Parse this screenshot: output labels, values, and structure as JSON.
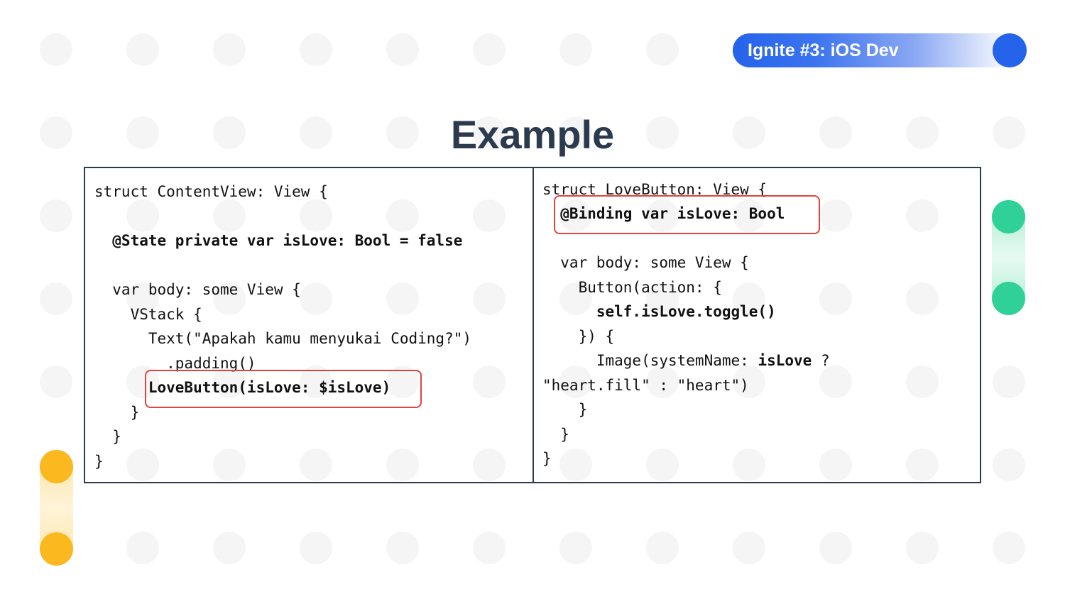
{
  "badge": {
    "label": "Ignite #3: iOS Dev"
  },
  "slide": {
    "title": "Example"
  },
  "colors": {
    "title": "#2b3a4e",
    "accent_blue": "#2563eb",
    "highlight_red": "#e0443c",
    "green": "#2fd199",
    "yellow": "#fbb81f"
  },
  "code": {
    "left": {
      "l1": "struct ContentView: View {",
      "l2": "  @State private var isLove: Bool = false",
      "l3": "  var body: some View {",
      "l4": "    VStack {",
      "l5": "      Text(\"Apakah kamu menyukai Coding?\")",
      "l6": "        .padding()",
      "l7": "      LoveButton(isLove: $isLove)",
      "l8": "    }",
      "l9": "  }",
      "l10": "}"
    },
    "right": {
      "l1": "struct LoveButton: View {",
      "l2": "  @Binding var isLove: Bool",
      "l3": "  var body: some View {",
      "l4": "    Button(action: {",
      "l5": "      self.isLove.toggle()",
      "l6": "    }) {",
      "l7a": "      Image(systemName: ",
      "l7b": "isLove",
      "l7c": " ?",
      "l8": "\"heart.fill\" : \"heart\")",
      "l9": "    }",
      "l10": "  }",
      "l11": "}"
    }
  }
}
